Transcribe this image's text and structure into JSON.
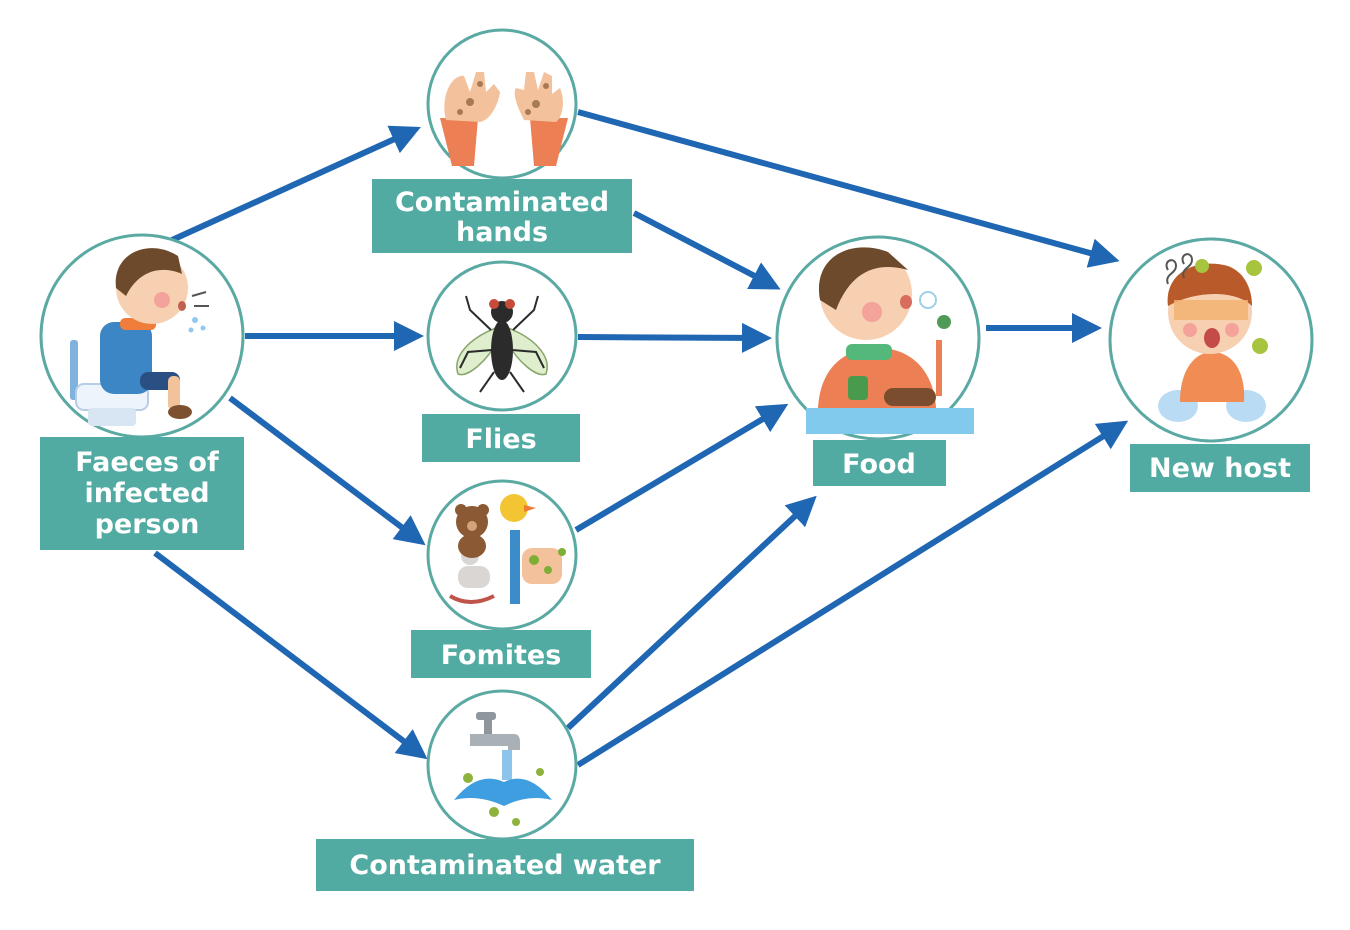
{
  "colors": {
    "arrow": "#1f66b3",
    "label_bg": "#52aba2",
    "label_text": "#ffffff",
    "circle_stroke": "#5aa9a3"
  },
  "nodes": {
    "faeces": {
      "label_line1": "Faeces of",
      "label_line2": "infected",
      "label_line3": "person",
      "icon": "person-on-toilet-icon"
    },
    "hands": {
      "label_line1": "Contaminated",
      "label_line2": "hands",
      "icon": "dirty-hands-icon"
    },
    "flies": {
      "label": "Flies",
      "icon": "fly-icon"
    },
    "fomites": {
      "label": "Fomites",
      "icon": "toys-fomites-icon"
    },
    "water": {
      "label": "Contaminated water",
      "icon": "water-tap-icon"
    },
    "food": {
      "label": "Food",
      "icon": "person-eating-icon"
    },
    "newhost": {
      "label": "New host",
      "icon": "sick-child-icon"
    }
  },
  "edges": [
    {
      "from": "faeces",
      "to": "hands"
    },
    {
      "from": "faeces",
      "to": "flies"
    },
    {
      "from": "faeces",
      "to": "fomites"
    },
    {
      "from": "faeces",
      "to": "water"
    },
    {
      "from": "hands",
      "to": "food"
    },
    {
      "from": "hands",
      "to": "newhost"
    },
    {
      "from": "flies",
      "to": "food"
    },
    {
      "from": "fomites",
      "to": "food"
    },
    {
      "from": "water",
      "to": "food"
    },
    {
      "from": "water",
      "to": "newhost"
    },
    {
      "from": "food",
      "to": "newhost"
    }
  ]
}
